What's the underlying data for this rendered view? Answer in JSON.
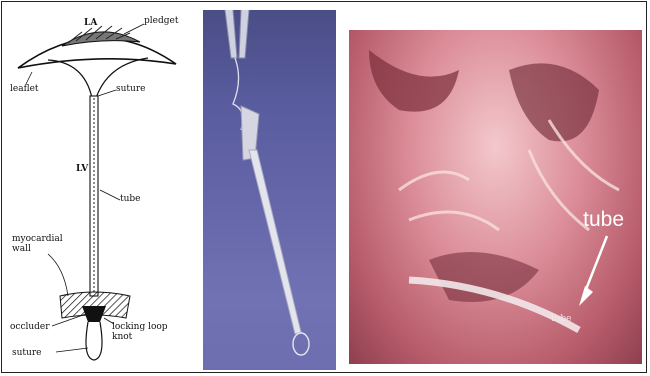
{
  "diagram": {
    "labels": {
      "la": "LA",
      "pledget": "pledget",
      "leaflet": "leaflet",
      "suture_top": "suture",
      "lv": "LV",
      "tube": "tube",
      "myocardial_wall": "myocardial wall",
      "occluder": "occluder",
      "locking_loop_knot": "locking loop knot",
      "suture_bottom": "suture"
    }
  },
  "heart_photo": {
    "callout_label": "tube",
    "inline_label": "tube"
  },
  "colors": {
    "device_background": "#5f61a3",
    "tissue_pink": "#dc8f9a",
    "callout_text": "#ffffff"
  }
}
